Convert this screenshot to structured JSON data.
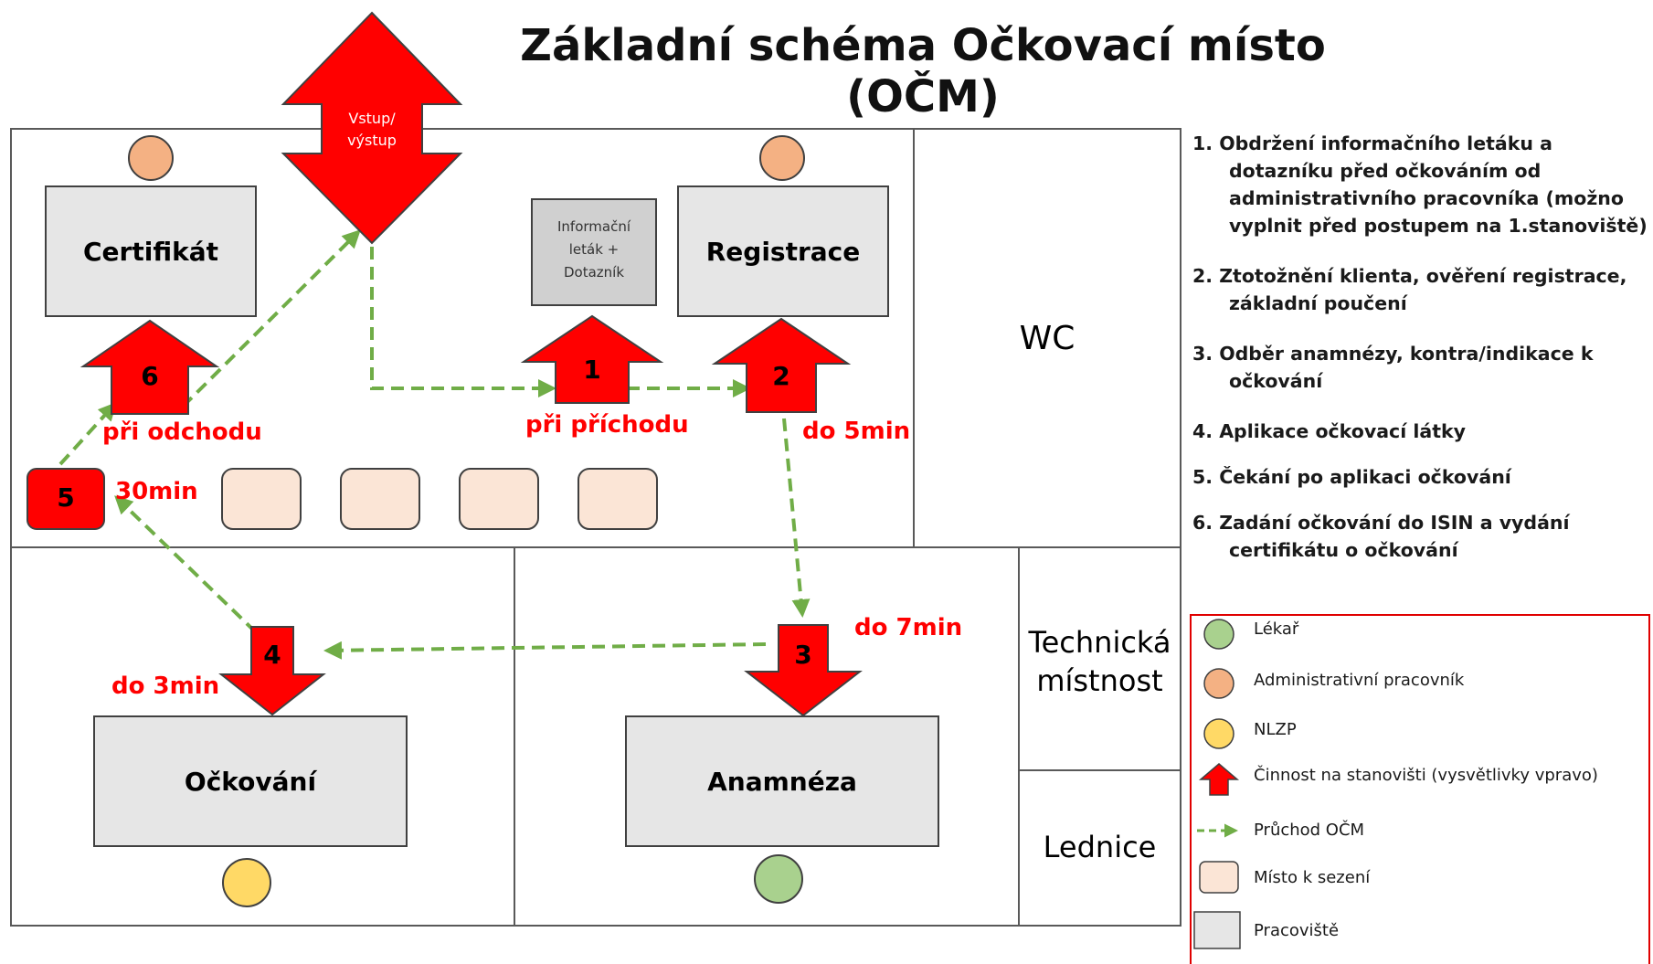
{
  "title": "Základní schéma Očkovací místo (OČM)",
  "entrance": {
    "line1": "Vstup/",
    "line2": "výstup"
  },
  "rooms": {
    "wc": "WC",
    "technicka_line1": "Technická",
    "technicka_line2": "místnost",
    "lednice": "Lednice"
  },
  "workstations": {
    "certifikat": "Certifikát",
    "registrace": "Registrace",
    "ockovani": "Očkování",
    "anamneza": "Anamnéza",
    "letak_line1": "Informační",
    "letak_line2": "leták +",
    "letak_line3": "Dotazník"
  },
  "steps": {
    "s1": "1",
    "s2": "2",
    "s3": "3",
    "s4": "4",
    "s5": "5",
    "s6": "6"
  },
  "step_labels": {
    "pri_odchodu": "při odchodu",
    "pri_prichodu": "při příchodu",
    "do_5min": "do 5min",
    "min_30": "30min",
    "do_7min": "do 7min",
    "do_3min": "do 3min"
  },
  "descriptions": [
    "1. Obdržení informačního letáku a dotazníku před očkováním od administrativního pracovníka (možno vyplnit před postupem na 1.stanoviště)",
    "2. Ztotožnění klienta, ověření registrace, základní poučení",
    "3. Odběr anamnézy, kontra/indikace k očkování",
    "4. Aplikace očkovací látky",
    "5. Čekání po aplikaci očkování",
    "6. Zadání očkování do ISIN a vydání certifikátu o očkování"
  ],
  "legend": {
    "lekar": "Lékař",
    "admin": "Administrativní pracovník",
    "nlzp": "NLZP",
    "cinnost": "Činnost na stanovišti (vysvětlivky vpravo)",
    "pruchod": "Průchod OČM",
    "sezeni": "Místo k sezení",
    "pracoviste": "Pracoviště"
  },
  "colors": {
    "arrow_red": "#ff0000",
    "path_green": "#70ad47",
    "lekar_green": "#a9d18e",
    "admin_orange": "#f4b183",
    "nlzp_yellow": "#ffd966",
    "seat_fill": "#fbe5d6",
    "workstation_fill": "#e6e6e6",
    "legend_border": "#e00000"
  }
}
